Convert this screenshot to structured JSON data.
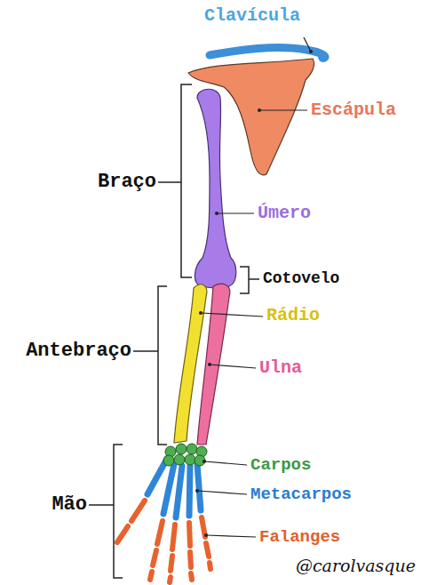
{
  "diagram": {
    "labels": [
      "Clavícula",
      "Escápula",
      "Braço",
      "Úmero",
      "Cotovelo",
      "Rádio",
      "Antebraço",
      "Ulna",
      "Carpos",
      "Metacarpos",
      "Mão",
      "Falanges",
      "@carolvasque"
    ]
  }
}
